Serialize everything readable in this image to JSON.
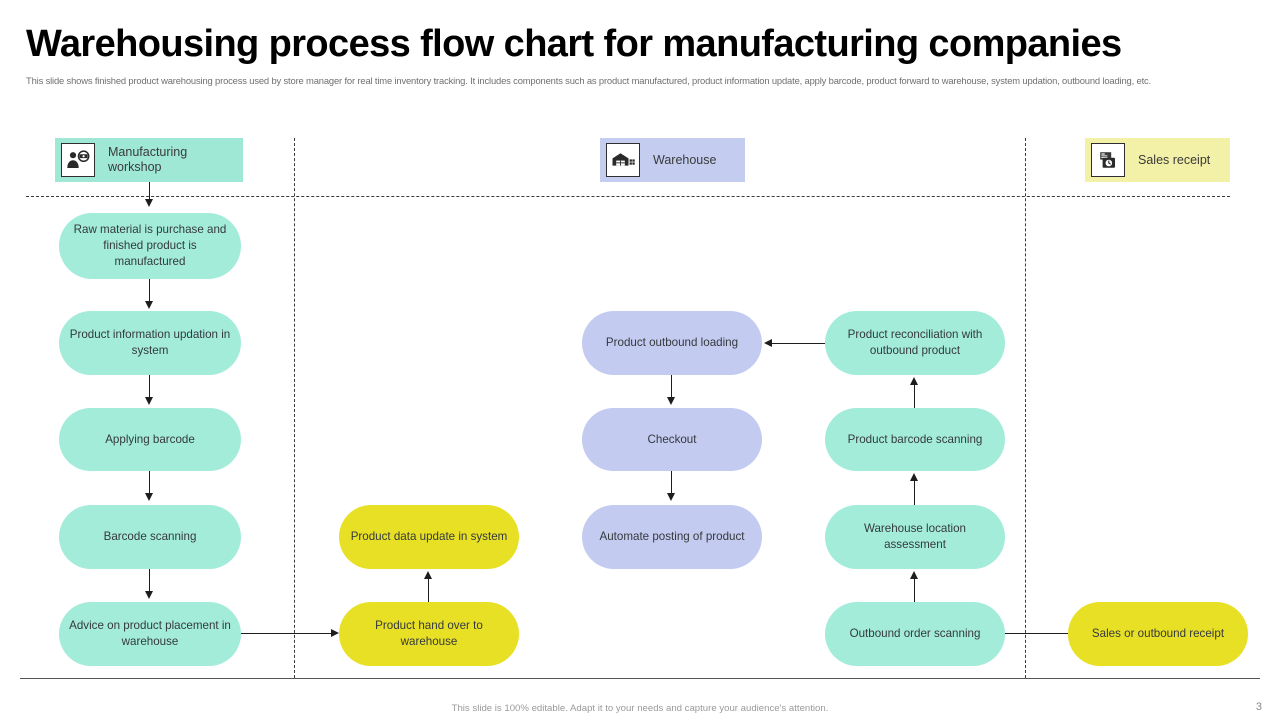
{
  "header": {
    "title": "Warehousing process flow chart for manufacturing companies",
    "subtitle": "This slide shows finished product warehousing process used by store manager for real time inventory tracking. It includes components such as product manufactured, product information update, apply barcode, product forward to warehouse, system updation, outbound loading, etc."
  },
  "lanes": [
    {
      "id": "manufacturing",
      "label": "Manufacturing workshop",
      "icon": "worker-inspection-icon",
      "color": "#9fe8d6"
    },
    {
      "id": "warehouse",
      "label": "Warehouse",
      "icon": "warehouse-building-icon",
      "color": "#c4cdf0"
    },
    {
      "id": "sales",
      "label": "Sales receipt",
      "icon": "sales-receipt-icon",
      "color": "#f3f0a8"
    }
  ],
  "nodes": {
    "raw_material": "Raw material is purchase and finished product is manufactured",
    "product_info": "Product information updation in system",
    "applying_barcode": "Applying barcode",
    "barcode_scanning": "Barcode scanning",
    "advice_placement": "Advice on product placement in warehouse",
    "product_data_update": "Product data update in system",
    "product_hand_over": "Product hand over to warehouse",
    "outbound_loading": "Product outbound loading",
    "checkout": "Checkout",
    "automate_posting": "Automate posting of product",
    "reconciliation": "Product reconciliation with outbound product",
    "product_barcode_scanning": "Product barcode scanning",
    "warehouse_location": "Warehouse location assessment",
    "outbound_order_scanning": "Outbound order scanning",
    "sales_receipt_node": "Sales or outbound receipt"
  },
  "colors": {
    "teal": "#a3ecda",
    "purple": "#c3cbf0",
    "yellow": "#e8e024",
    "lane_teal": "#9fe8d6",
    "lane_purple": "#c4cdf0",
    "lane_yellow": "#f3f0a8",
    "connector": "#1d1d1d",
    "text": "#35393d"
  },
  "footer": {
    "note": "This slide is 100% editable. Adapt it to your needs and capture your audience's attention.",
    "page_number": "3"
  }
}
